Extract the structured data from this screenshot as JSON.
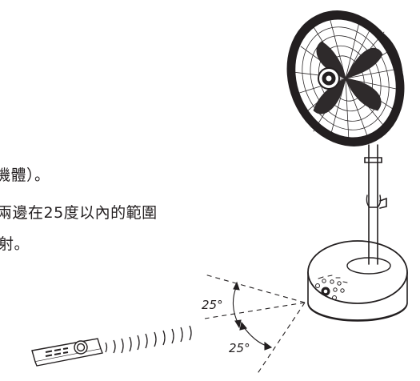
{
  "text_lines": [
    "機體）。",
    "兩邊在25度以內的範圍",
    "射。"
  ],
  "angles": {
    "upper": "25°",
    "lower": "25°"
  },
  "colors": {
    "ink": "#231f20",
    "background": "#ffffff"
  },
  "icons": [
    "fan-icon",
    "remote-control-icon",
    "signal-waves-icon"
  ]
}
